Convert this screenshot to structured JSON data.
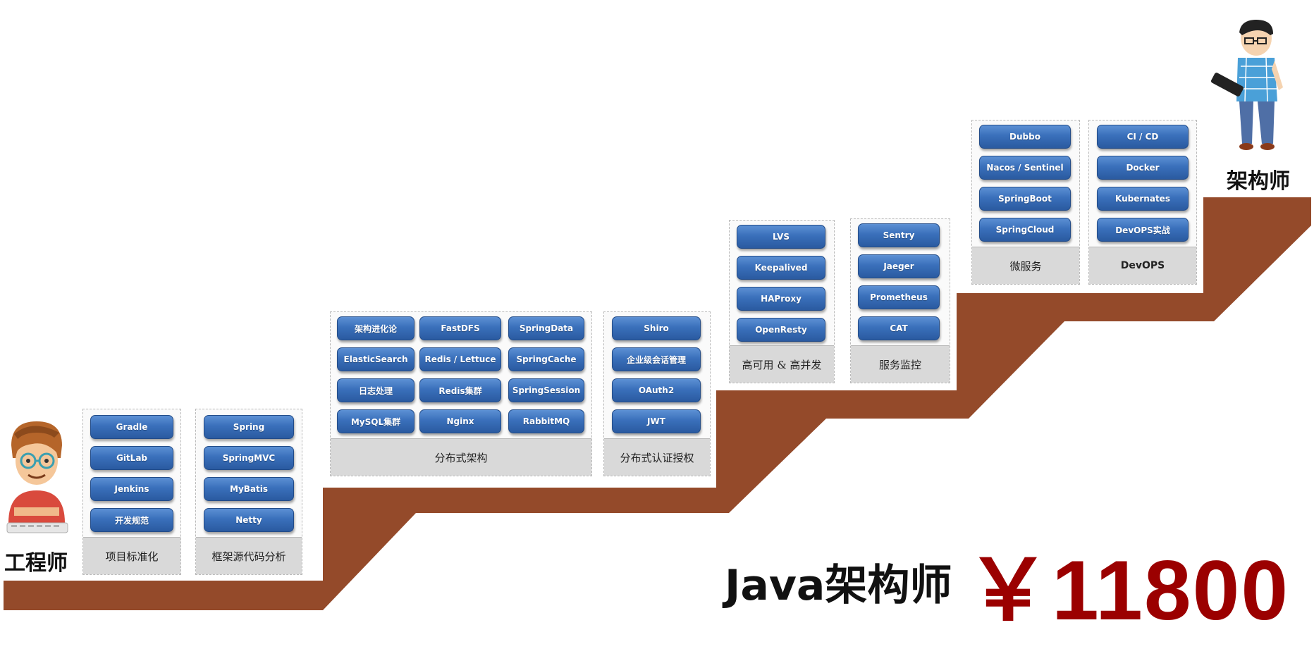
{
  "title": "Java架构师",
  "price": "￥11800",
  "roles": {
    "start": "工程师",
    "end": "架构师"
  },
  "colors": {
    "stair": "#944a2a",
    "pill": "#3a70bb",
    "price": "#9b0000"
  },
  "stages": [
    {
      "label": "项目标准化",
      "items": [
        "Gradle",
        "GitLab",
        "Jenkins",
        "开发规范"
      ]
    },
    {
      "label": "框架源代码分析",
      "items": [
        "Spring",
        "SpringMVC",
        "MyBatis",
        "Netty"
      ]
    },
    {
      "label": "分布式架构",
      "items": [
        "架构进化论",
        "FastDFS",
        "SpringData",
        "ElasticSearch",
        "Redis / Lettuce",
        "SpringCache",
        "日志处理",
        "Redis集群",
        "SpringSession",
        "MySQL集群",
        "Nginx",
        "RabbitMQ"
      ]
    },
    {
      "label": "分布式认证授权",
      "items": [
        "Shiro",
        "企业级会话管理",
        "OAuth2",
        "JWT"
      ]
    },
    {
      "label": "高可用 & 高并发",
      "items": [
        "LVS",
        "Keepalived",
        "HAProxy",
        "OpenResty"
      ]
    },
    {
      "label": "服务监控",
      "items": [
        "Sentry",
        "Jaeger",
        "Prometheus",
        "CAT"
      ]
    },
    {
      "label": "微服务",
      "items": [
        "Dubbo",
        "Nacos / Sentinel",
        "SpringBoot",
        "SpringCloud"
      ]
    },
    {
      "label": "DevOPS",
      "items": [
        "CI / CD",
        "Docker",
        "Kubernates",
        "DevOPS实战"
      ]
    }
  ]
}
